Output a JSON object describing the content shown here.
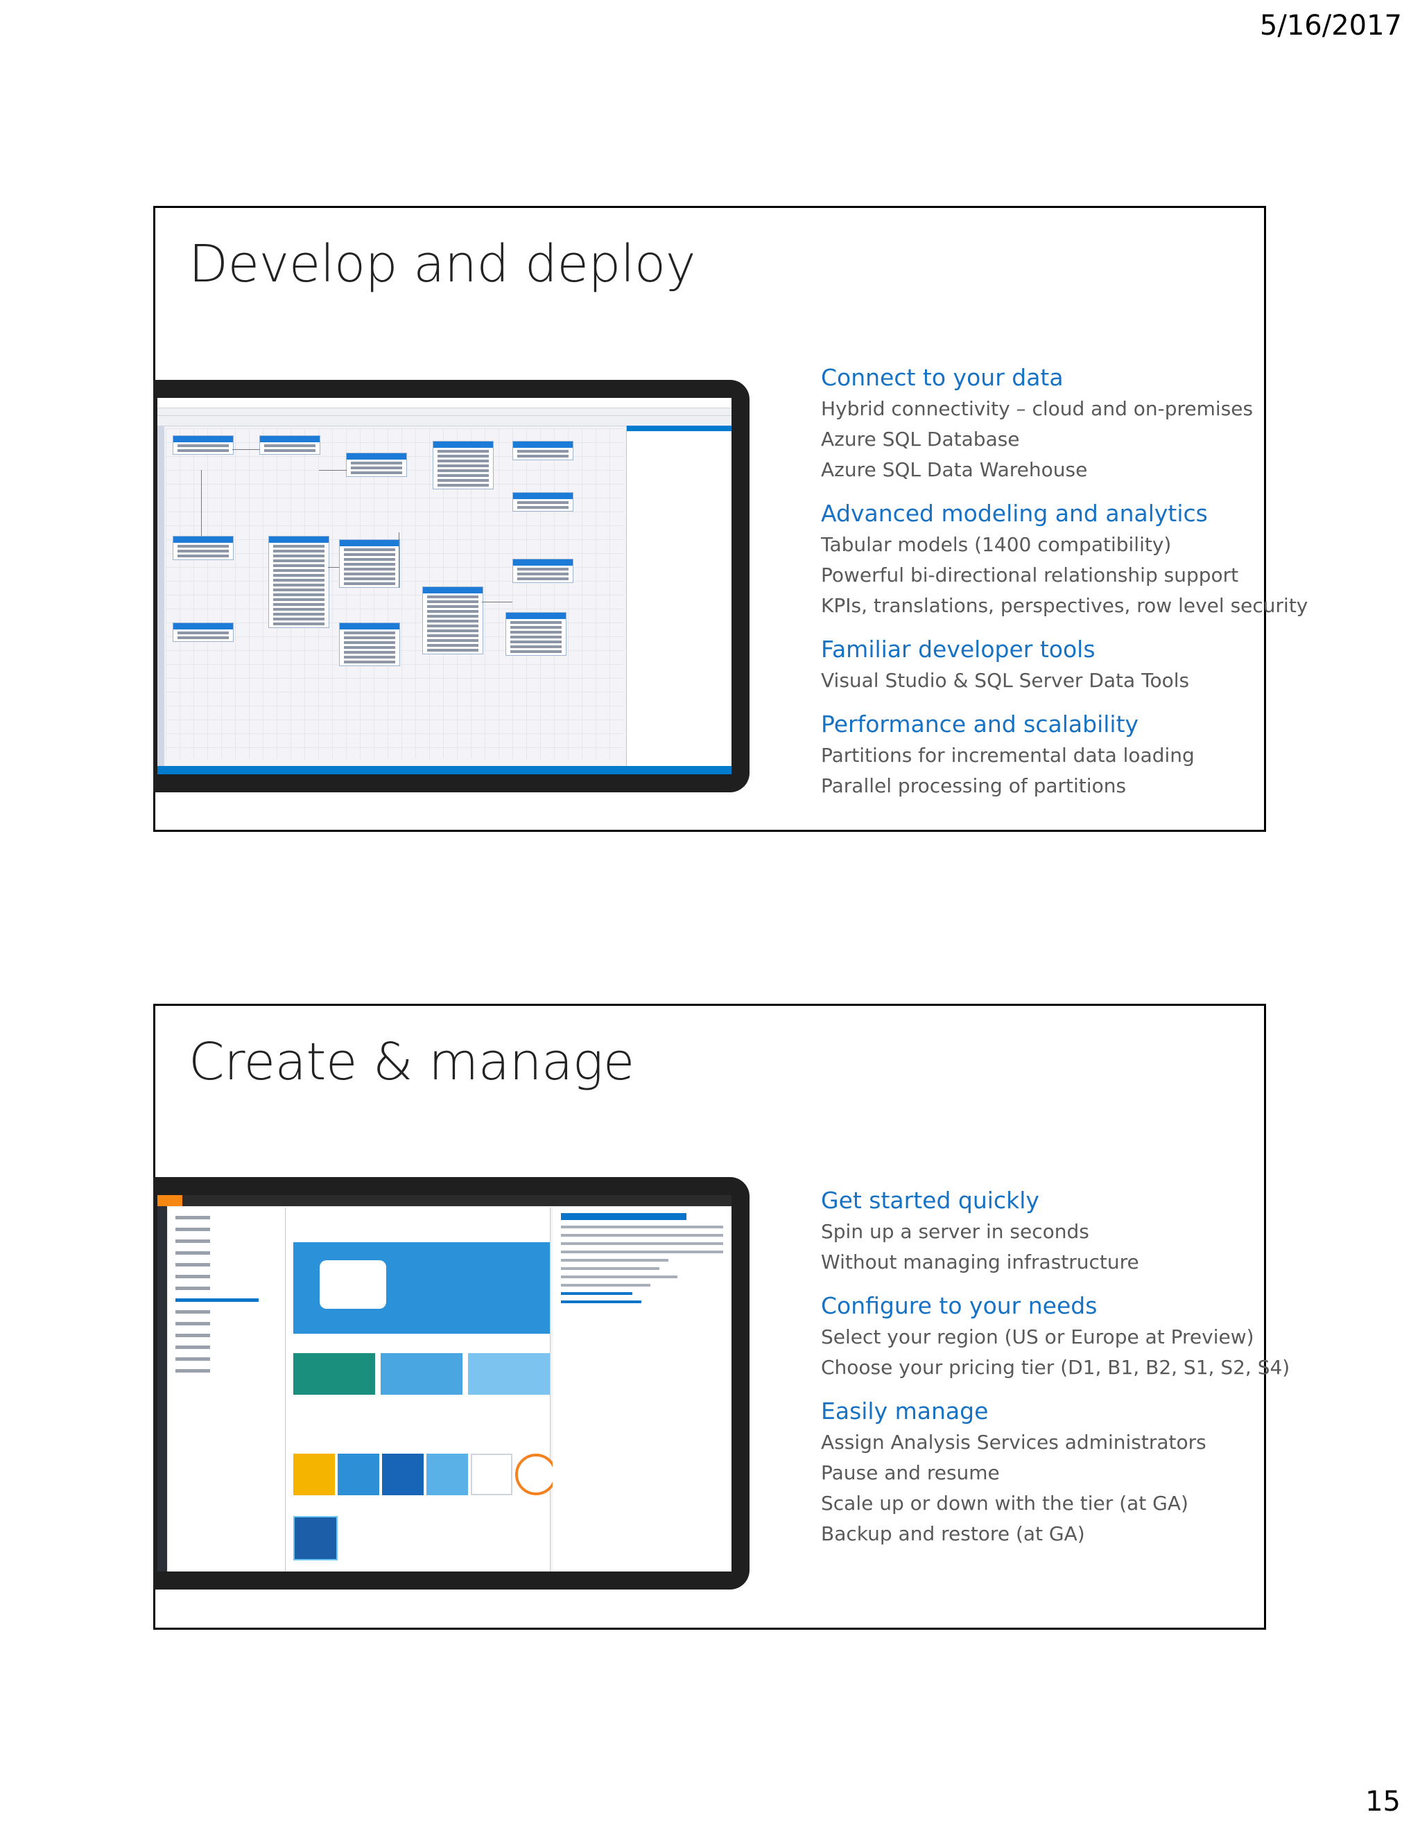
{
  "page": {
    "date": "5/16/2017",
    "number": "15"
  },
  "slide1": {
    "title": "Develop and deploy",
    "features": [
      {
        "heading": "Connect to your data",
        "lines": [
          "Hybrid connectivity – cloud and on-premises",
          "Azure SQL Database",
          "Azure SQL Data Warehouse"
        ]
      },
      {
        "heading": "Advanced modeling and analytics",
        "lines": [
          "Tabular models (1400 compatibility)",
          "Powerful bi-directional relationship support",
          "KPIs, translations, perspectives, row level security"
        ]
      },
      {
        "heading": "Familiar developer tools",
        "lines": [
          "Visual Studio & SQL Server Data Tools"
        ]
      },
      {
        "heading": "Performance and scalability",
        "lines": [
          "Partitions for incremental data loading",
          "Parallel processing of partitions"
        ]
      }
    ]
  },
  "slide2": {
    "title": "Create & manage",
    "features": [
      {
        "heading": "Get started quickly",
        "lines": [
          "Spin up a server in seconds",
          "Without managing infrastructure"
        ]
      },
      {
        "heading": "Configure to your needs",
        "lines": [
          "Select your region (US or Europe at Preview)",
          "Choose your pricing tier (D1, B1, B2, S1, S2, S4)"
        ]
      },
      {
        "heading": "Easily manage",
        "lines": [
          "Assign Analysis Services administrators",
          "Pause and resume",
          "Scale up or down with the tier (at GA)",
          "Backup and restore (at GA)"
        ]
      }
    ]
  },
  "colors": {
    "heading_blue": "#1772c4",
    "body_gray": "#595959",
    "vs_blue": "#007acc",
    "azure_orange": "#f68712"
  }
}
